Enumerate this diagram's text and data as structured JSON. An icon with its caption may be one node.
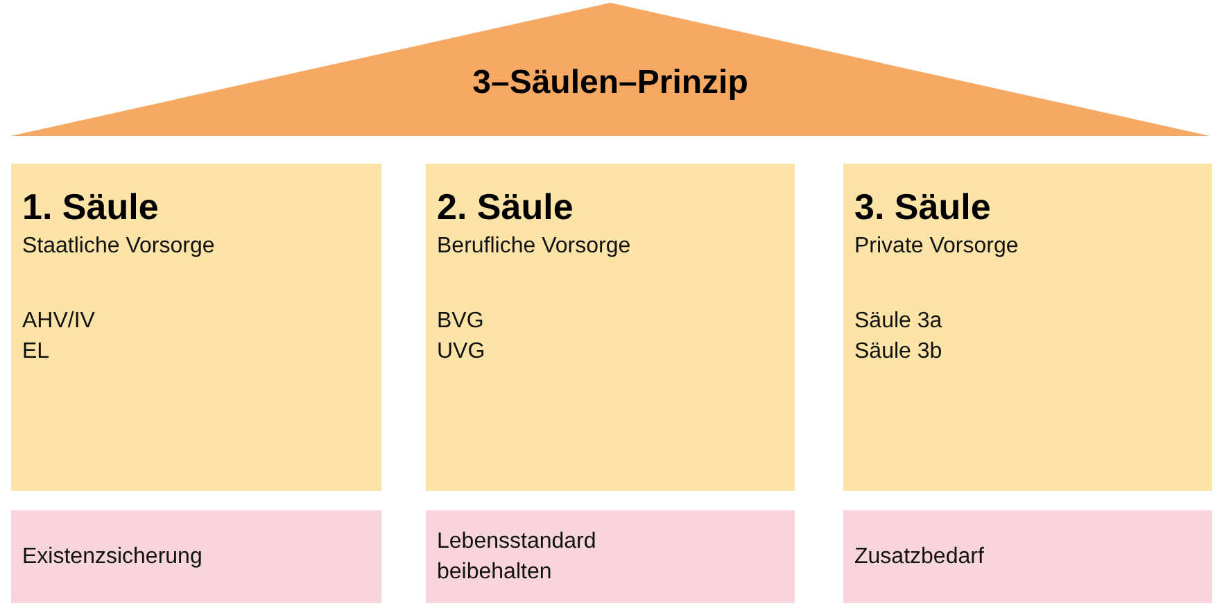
{
  "diagram": {
    "nodes": [
      {
        "text": [
          "3–Säulen–Prinzip"
        ]
      },
      {
        "text": [
          "1. Säule",
          "Staatliche Vorsorge",
          "AHV/IV",
          "EL"
        ]
      },
      {
        "text": [
          "2. Säule",
          "Berufliche Vorsorge",
          "BVG",
          "UVG"
        ]
      },
      {
        "text": [
          "3. Säule",
          "Private Vorsorge",
          "Säule 3a",
          "Säule 3b"
        ]
      },
      {
        "text": [
          "Existenzsicherung"
        ]
      },
      {
        "text": [
          "Lebensstandard beibehalten"
        ]
      },
      {
        "text": [
          "Zusatzbedarf"
        ]
      }
    ],
    "edges": []
  }
}
